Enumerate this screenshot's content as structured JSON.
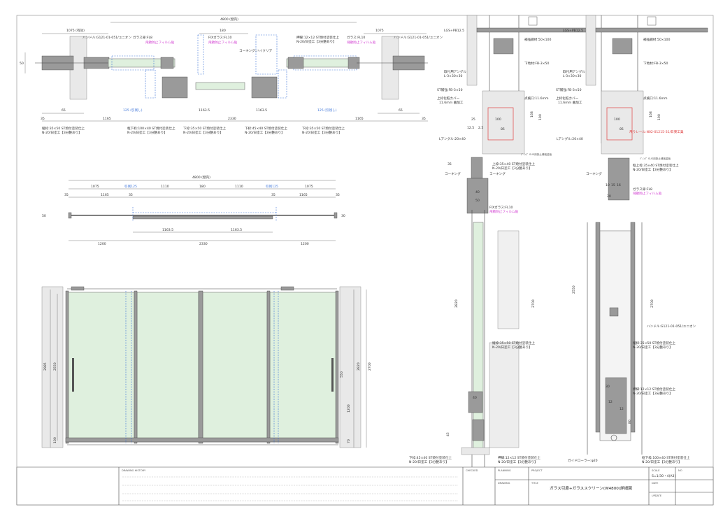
{
  "plan_top": {
    "dims": {
      "d1075_left": "1075 (有効)",
      "d1075_right": "1075",
      "d4800": "4800 (壁内)",
      "d180": "180",
      "d50": "50",
      "d65_left": "65",
      "d65_right": "65",
      "d35_left": "35",
      "d35_right": "35",
      "d1165_left": "1165",
      "d1165_right": "1165",
      "d125_left": "125 (引残し)",
      "d125_right": "125 (引残し)",
      "d1163_left": "1163.5",
      "d1163_right": "1163.5",
      "d2330": "2330"
    },
    "labels": {
      "handle_left": "ハンドル:G121-01-051/ユニオン",
      "glass_door": "ガラス扉:FL8",
      "film": "飛散防止フィルム貼",
      "fix_glass": "FIXガラス:FL10",
      "film2": "飛散防止フィルム貼",
      "caulking": "コーキング:ハイクリア",
      "oshibuchi": "押縁:12×12 ST焼付塗装仕上",
      "oshibuchi_b": "N-20/日塗工【3分艶あり】",
      "glass_r": "ガラス:FL10",
      "film3": "飛散防止フィルム貼",
      "handle_right": "ハンドル:G121-01-051/ユニオン",
      "tatewaku": "縦枠:35×50 ST焼付塗装仕上",
      "tatewaku_b": "N-20/日塗工【3分艶あり】",
      "shitagamachi": "框下枠:100×40 ST焼付塗装仕上",
      "shitagamachi_b": "N-20/日塗工【3分艶あり】",
      "shitawaku": "下枠:35×50 ST焼付塗装仕上",
      "shitawaku_b": "N-20/日塗工【3分艶あり】",
      "shitawaku2": "下枠:45×40 ST焼付塗装仕上",
      "shitawaku2_b": "N-20/日塗工【3分艶あり】",
      "shitawaku3": "下枠:35×50 ST焼付塗装仕上",
      "shitawaku3_b": "N-20/日塗工【3分艶あり】"
    }
  },
  "plan_mid": {
    "d4800": "4800 (壁内)",
    "d1075_l": "1075",
    "d125_l": "引残125",
    "d1110_l": "1110",
    "d180": "180",
    "d1110_r": "1110",
    "d125_r": "引残125",
    "d1075_r": "1075",
    "d35_a": "35",
    "d35_b": "35",
    "d35_c": "35",
    "d35_d": "35",
    "d1165_l": "1165",
    "d1165_r": "1165",
    "d1163_l": "1163.5",
    "d1163_r": "1163.5",
    "d2330": "2330",
    "d1200_l": "1200",
    "d1200_r": "1200",
    "d50": "50",
    "d30": "30"
  },
  "elevation": {
    "d2985": "2985",
    "d2550": "2550",
    "d2820": "2820",
    "d2700": "2700",
    "d550": "550",
    "d1200": "1200",
    "d100": "100",
    "d70": "70"
  },
  "section": {
    "lgs": "LGS+PB12.5",
    "lgs2": "LGS+PB12.5",
    "hokyo": "補強鋼材:50×100",
    "hokyo2": "補強鋼材:50×100",
    "shitaji": "下地材:FB-3×50",
    "shitaji2": "下地材:FB-3×50",
    "toritsuke": "取付用アングル",
    "toritsuke_b": "L-3×30×30",
    "toritsuke2": "取付用アングル",
    "toritsuke2_b": "L-3×30×30",
    "st": "ST補強:FB-3×50",
    "st2": "ST補強:FB-3×50",
    "jouwaku": "上枠化粧カバー",
    "jouwaku_b": "11.6mm 曲加工",
    "jouwaku2": "上枠化粧カバー",
    "jouwaku2_b": "11.6mm 曲加工",
    "tenken": "点検口:11.6mm",
    "tenken2": "点検口:11.6mm",
    "langle": "Lアングル:20×40",
    "langle2": "Lアングル:20×40",
    "rail": "吊りレール:N02-01215-31/日東工業",
    "sus": "ﾃﾞｨﾝｸﾞ SUS用掛止補強金板",
    "sus2": "ﾃﾞｨﾝｸﾞ SUS用掛止補強金板",
    "caulking": "コーキング",
    "caulking2": "コーキング",
    "caulking3": "コーキング",
    "jouwaku3": "上枠:35×40 ST焼付塗装仕上",
    "jouwaku3_b": "N-20/日塗工【3分艶あり】",
    "jouwaku4": "框上枠:35×40 ST焼付塗装仕上",
    "jouwaku4_b": "N-20/日塗工【3分艶あり】",
    "glassdoor": "ガラス扉:FL8",
    "film": "飛散防止フィルム貼",
    "fixglass": "FIXガラス:FL10",
    "film2": "飛散防止フィルム貼",
    "handle": "ハンドル:G121-01-051/ユニオン",
    "tatewaku": "縦枠:35×50 ST焼付塗装仕上",
    "tatewaku_b": "N-20/日塗工【3分艶あり】",
    "tatewaku2": "縦枠:35×50 ST焼付塗装仕上",
    "tatewaku2_b": "N-20/日塗工【3分艶あり】",
    "oshibuchi": "押縁:12×12 ST焼付塗装仕上",
    "oshibuchi_b": "N-20/日塗工【3分艶あり】",
    "guide": "ガイドローラー:φ20",
    "shitawaku": "下枠:45×40 ST焼付塗装仕上",
    "shitawaku_b": "N-20/日塗工【3分艶あり】",
    "oshibuchi2": "押縁:12×12 ST焼付塗装仕上",
    "oshibuchi2_b": "N-20/日塗工【3分艶あり】",
    "kamachi": "框下枠:100×40 ST焼付塗装仕上",
    "kamachi_b": "N-20/日塗工【3分艶あり】",
    "d100": "100",
    "d85": "85",
    "d168": "168",
    "d190": "190",
    "d100b": "100",
    "d85b": "85",
    "d168b": "168",
    "d190b": "190",
    "d25": "25",
    "d12": "12.5",
    "d2_5": "2.5",
    "d35": "35",
    "d40": "40",
    "d50": "50",
    "d10": "10",
    "d15": "15",
    "d16": "16",
    "d2820": "2820",
    "d2700": "2700",
    "d2550": "2550",
    "d2700b": "2700",
    "d45": "45",
    "d40b": "40",
    "d12b": "12",
    "d80": "80",
    "d12c": "12",
    "d30": "30",
    "d20": "20"
  },
  "title_block": {
    "drawing_history": "DRAWING HISTORY",
    "checked": "CHECKED",
    "planning": "PLANNING",
    "project": "PROJECT",
    "drawing": "DRAWING",
    "title_label": "TITLE",
    "title": "ガラス引扉+ガラススクリーン(W4800)詳細図",
    "scale_label": "SCALE",
    "scale": "S=1/30・4(A3)",
    "no_label": "NO",
    "date_label": "DATE",
    "update_label": "UPDATE"
  }
}
